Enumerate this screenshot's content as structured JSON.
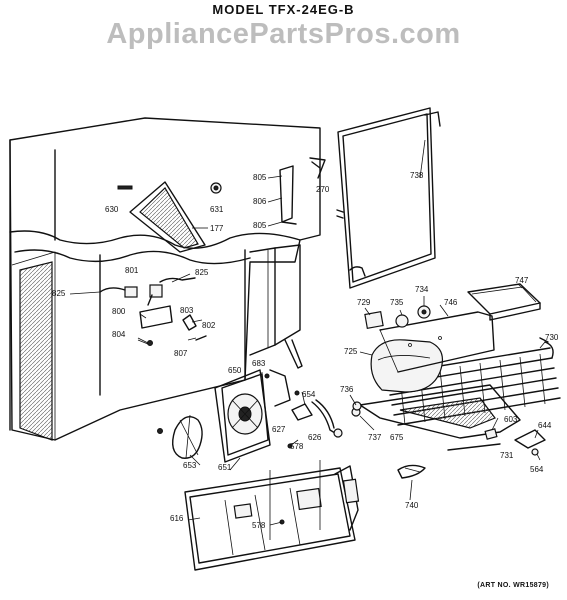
{
  "header": {
    "model": "MODEL TFX-24EG-B",
    "watermark": "AppliancePartsPros.com"
  },
  "footer": {
    "art_number": "(ART NO. WR15879)"
  },
  "parts": [
    {
      "id": "p805a",
      "label": "805"
    },
    {
      "id": "p270",
      "label": "270"
    },
    {
      "id": "p738",
      "label": "738"
    },
    {
      "id": "p630",
      "label": "630"
    },
    {
      "id": "p631",
      "label": "631"
    },
    {
      "id": "p806",
      "label": "806"
    },
    {
      "id": "p805b",
      "label": "805"
    },
    {
      "id": "p177",
      "label": "177"
    },
    {
      "id": "p801",
      "label": "801"
    },
    {
      "id": "p825a",
      "label": "825"
    },
    {
      "id": "p825b",
      "label": "825"
    },
    {
      "id": "p800",
      "label": "800"
    },
    {
      "id": "p803",
      "label": "803"
    },
    {
      "id": "p802",
      "label": "802"
    },
    {
      "id": "p804",
      "label": "804"
    },
    {
      "id": "p807",
      "label": "807"
    },
    {
      "id": "p747",
      "label": "747"
    },
    {
      "id": "p729",
      "label": "729"
    },
    {
      "id": "p735",
      "label": "735"
    },
    {
      "id": "p734",
      "label": "734"
    },
    {
      "id": "p746",
      "label": "746"
    },
    {
      "id": "p730",
      "label": "730"
    },
    {
      "id": "p725",
      "label": "725"
    },
    {
      "id": "p650",
      "label": "650"
    },
    {
      "id": "p683",
      "label": "683"
    },
    {
      "id": "p654",
      "label": "654"
    },
    {
      "id": "p736",
      "label": "736"
    },
    {
      "id": "p627",
      "label": "627"
    },
    {
      "id": "p626",
      "label": "626"
    },
    {
      "id": "p737",
      "label": "737"
    },
    {
      "id": "p675",
      "label": "675"
    },
    {
      "id": "p603",
      "label": "603"
    },
    {
      "id": "p644",
      "label": "644"
    },
    {
      "id": "p578a",
      "label": "578"
    },
    {
      "id": "p731",
      "label": "731"
    },
    {
      "id": "p564",
      "label": "564"
    },
    {
      "id": "p653",
      "label": "653"
    },
    {
      "id": "p651",
      "label": "651"
    },
    {
      "id": "p740",
      "label": "740"
    },
    {
      "id": "p616",
      "label": "616"
    },
    {
      "id": "p578b",
      "label": "578"
    }
  ]
}
